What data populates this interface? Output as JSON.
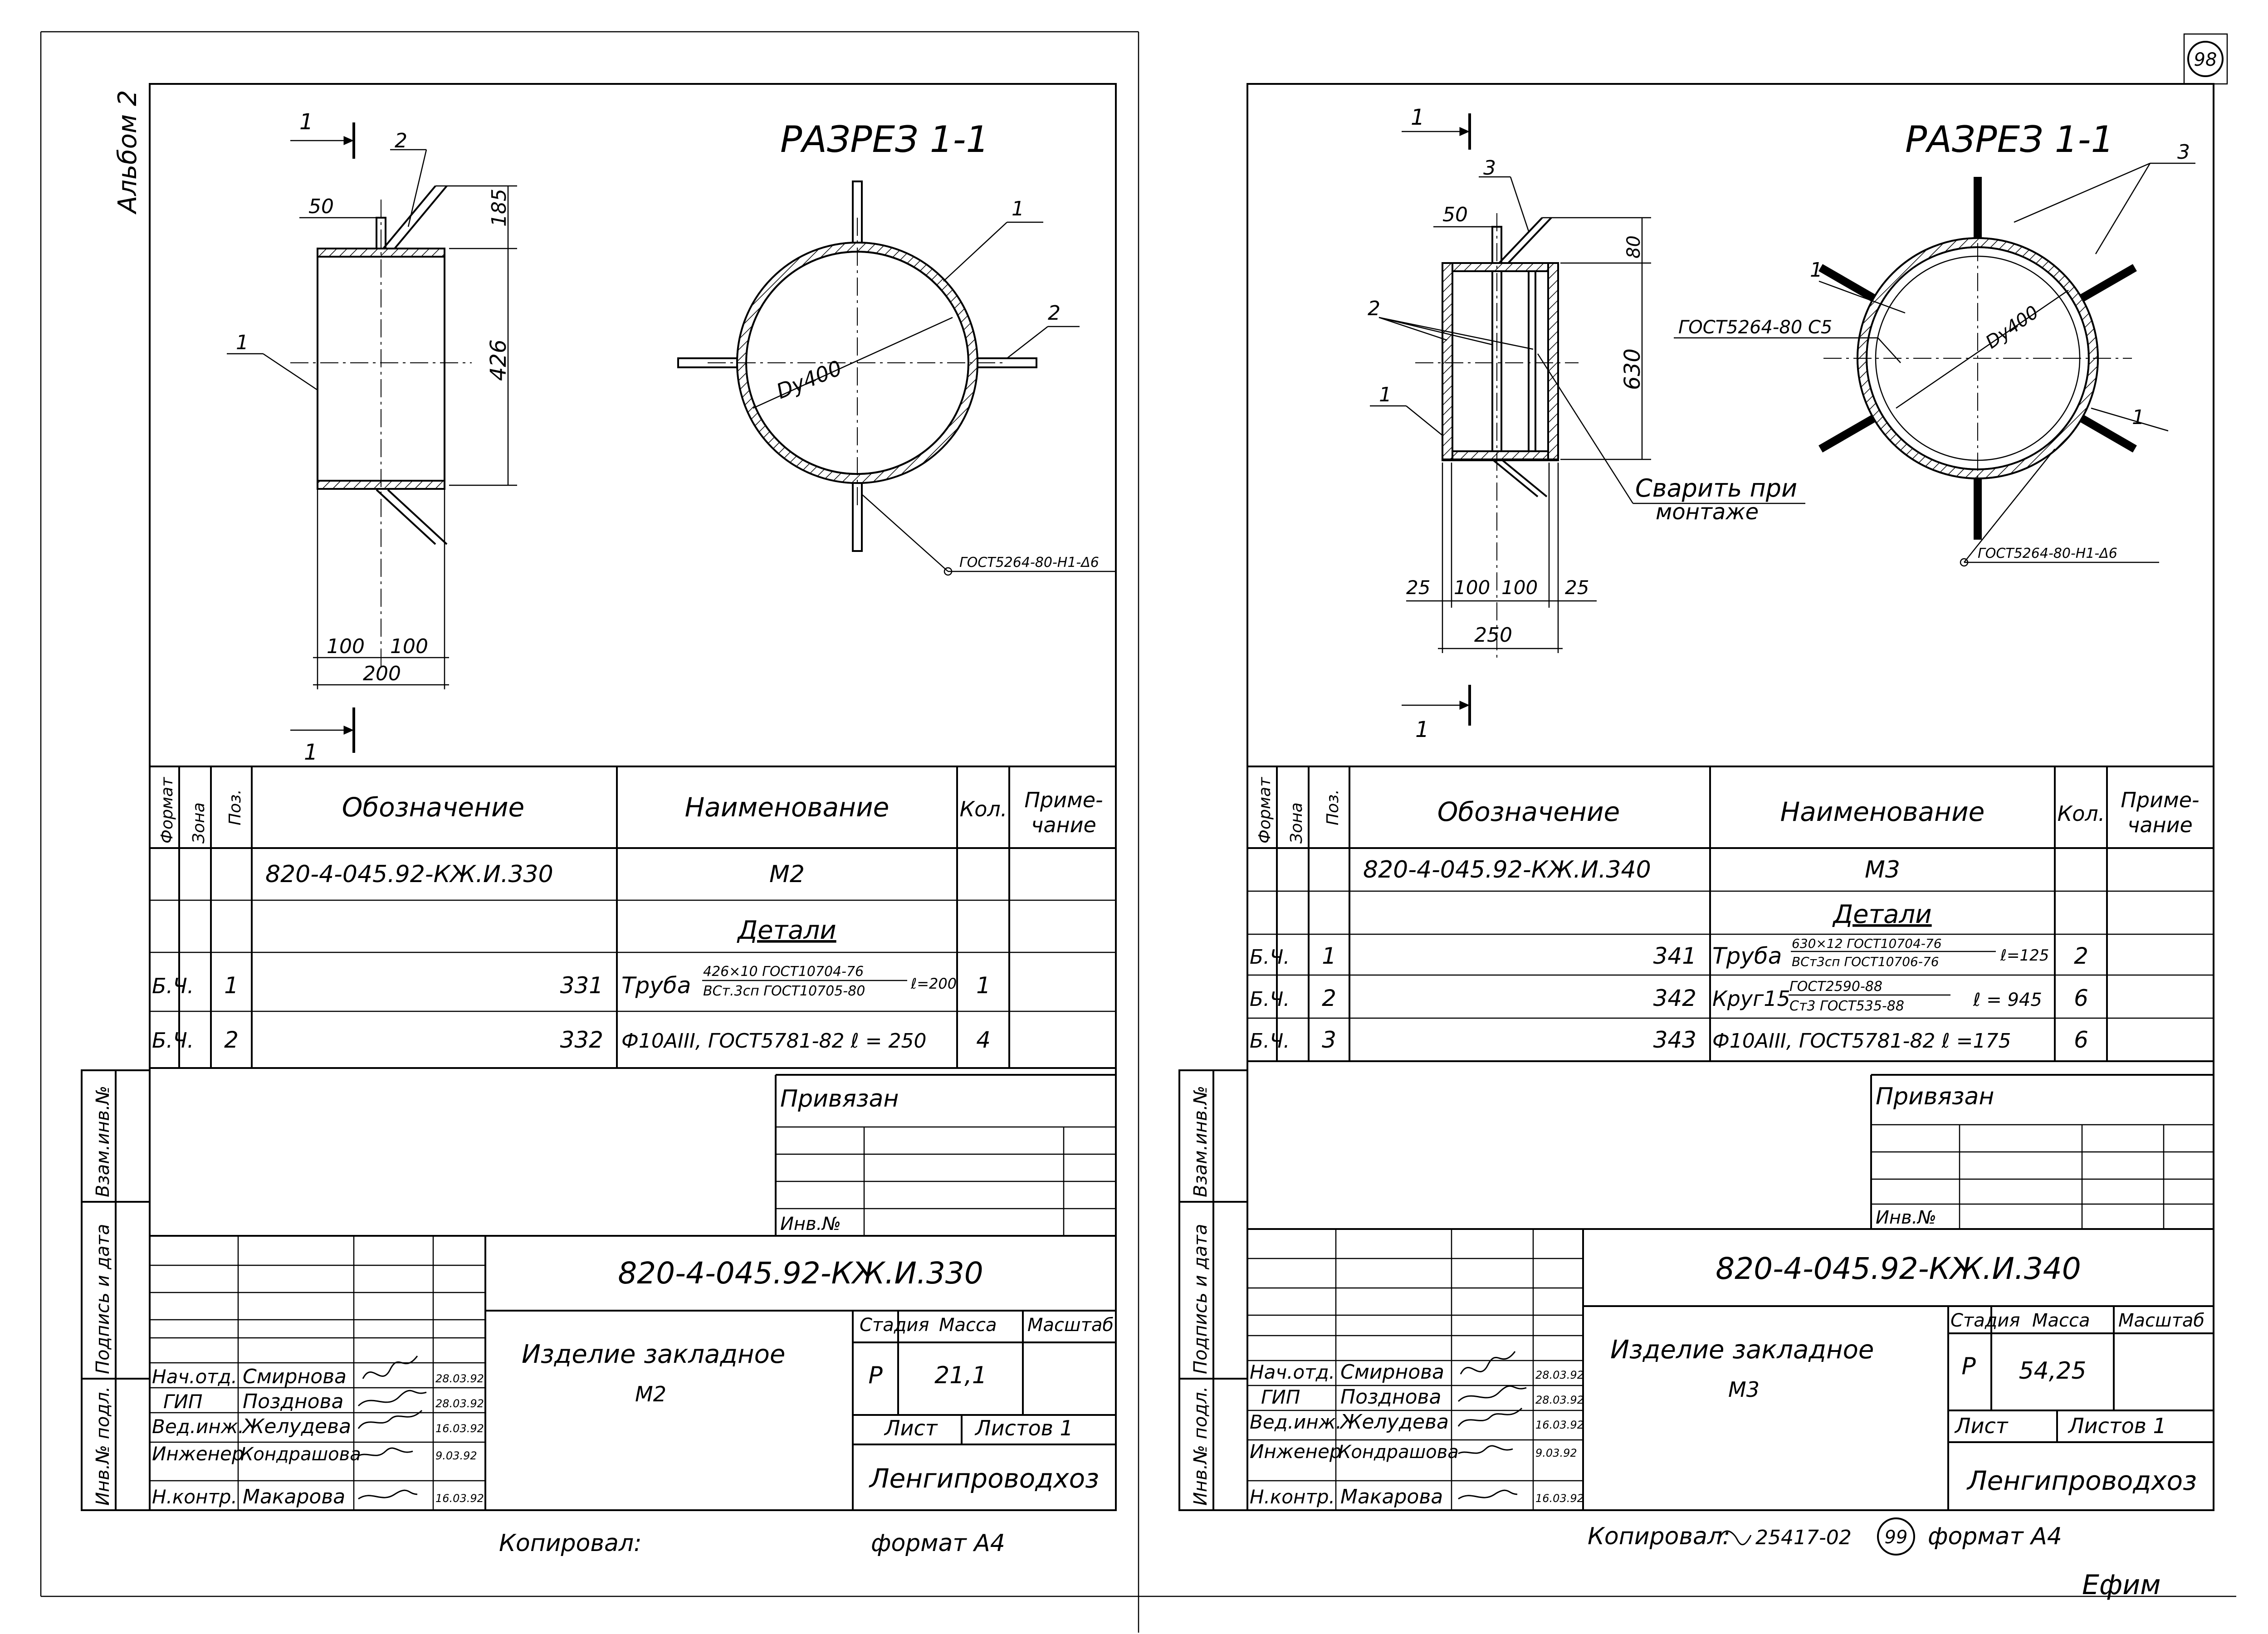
{
  "page_number_top": "98",
  "page_number_bottom": "99",
  "album": "Альбом 2",
  "side_stamp": {
    "vzam": "Взам.инв.№",
    "podp": "Подпись и дата",
    "inv": "Инв.№ подл."
  },
  "hdr": {
    "format": "Формат",
    "zona": "Зона",
    "poz": "Поз.",
    "oboz": "Обозначение",
    "naim": "Наименование",
    "kol": "Кол.",
    "prim1": "Приме-",
    "prim2": "чание"
  },
  "staff_roles": [
    "Нач.отд.",
    "ГИП",
    "Вед.инж.",
    "Инженер",
    "Н.контр."
  ],
  "staff_names": [
    "Смирнова",
    "Позднова",
    "Желудева",
    "Кондрашова",
    "Макарова"
  ],
  "stamp_labels": {
    "privyazan": "Привязан",
    "inv_no": "Инв.№",
    "stadia": "Стадия",
    "massa": "Масса",
    "masshtab": "Масштаб",
    "list": "Лист",
    "listov": "Листов 1",
    "org": "Ленгипроводхоз",
    "kopiroval": "Копировал:",
    "format_a4": "формат А4",
    "copy_no": "25417-02",
    "stage": "Р",
    "izdelie": "Изделие   закладное"
  },
  "left_sheet": {
    "section_title": "РАЗРЕЗ 1-1",
    "cut_mark": "1",
    "dims": {
      "top_50": "50",
      "h_185": "185",
      "h_426": "426",
      "w_100a": "100",
      "w_100b": "100",
      "w_200": "200",
      "dy": "Dy400"
    },
    "leaders": {
      "p1": "1",
      "p2": "2",
      "gost": "ГОСТ5264-80-Н1-Δ6"
    },
    "spec": {
      "doc": "820-4-045.92-КЖ.И.330",
      "item": "М2",
      "section": "Детали",
      "rows": [
        {
          "fmt": "Б.Ч.",
          "pos": "1",
          "code": "331",
          "name": "Труба",
          "num": "426×10 ГОСТ10704-76",
          "den": "ВСт.3сп ГОСТ10705-80",
          "tail": "ℓ=200",
          "qty": "1"
        },
        {
          "fmt": "Б.Ч.",
          "pos": "2",
          "code": "332",
          "name": "Ф10АIII, ГОСТ5781-82   ℓ = 250",
          "qty": "4"
        }
      ]
    },
    "title": {
      "doc": "820-4-045.92-КЖ.И.330",
      "item": "М2",
      "mass": "21,1"
    },
    "dates": [
      "28.03.92",
      "28.03.92",
      "16.03.92",
      "9.03.92",
      "16.03.92"
    ]
  },
  "right_sheet": {
    "section_title": "РАЗРЕЗ 1-1",
    "cut_mark": "1",
    "dims": {
      "top_50": "50",
      "h_80": "80",
      "h_630": "630",
      "w_25a": "25",
      "w_100a": "100",
      "w_100b": "100",
      "w_25b": "25",
      "w_250": "250",
      "dy": "Dy400"
    },
    "leaders": {
      "p1": "1",
      "p2": "2",
      "p3": "3",
      "gost_c5": "ГОСТ5264-80  С5",
      "gost": "ГОСТ5264-80-Н1-Δ6",
      "weld1": "Сварить  при",
      "weld2": "монтаже"
    },
    "spec": {
      "doc": "820-4-045.92-КЖ.И.340",
      "item": "М3",
      "section": "Детали",
      "rows": [
        {
          "fmt": "Б.Ч.",
          "pos": "1",
          "code": "341",
          "name": "Труба",
          "num": "630×12 ГОСТ10704-76",
          "den": "ВСт3сп ГОСТ10706-76",
          "tail": "ℓ=125",
          "qty": "2"
        },
        {
          "fmt": "Б.Ч.",
          "pos": "2",
          "code": "342",
          "name": "Круг15",
          "num": "ГОСТ2590-88",
          "den": "Ст3 ГОСТ535-88",
          "tail": "ℓ = 945",
          "qty": "6"
        },
        {
          "fmt": "Б.Ч.",
          "pos": "3",
          "code": "343",
          "name": "Ф10АIII, ГОСТ5781-82   ℓ =175",
          "qty": "6"
        }
      ]
    },
    "title": {
      "doc": "820-4-045.92-КЖ.И.340",
      "item": "М3",
      "mass": "54,25"
    },
    "dates": [
      "28.03.92",
      "28.03.92",
      "16.03.92",
      "9.03.92",
      "16.03.92"
    ]
  },
  "corner_signature": "Ефим"
}
